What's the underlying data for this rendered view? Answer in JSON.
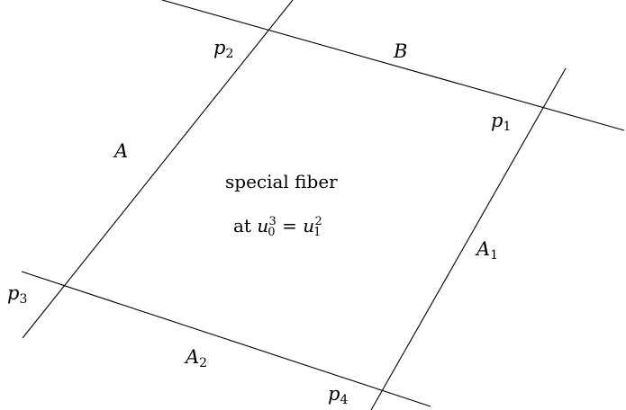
{
  "lines": {
    "A": {
      "name": "A"
    },
    "B": {
      "name": "B"
    },
    "A1": {
      "name": "A",
      "sub": "1"
    },
    "A2": {
      "name": "A",
      "sub": "2"
    }
  },
  "points": {
    "p1": {
      "name": "p",
      "sub": "1"
    },
    "p2": {
      "name": "p",
      "sub": "2"
    },
    "p3": {
      "name": "p",
      "sub": "3"
    },
    "p4": {
      "name": "p",
      "sub": "4"
    }
  },
  "center_label": {
    "line1": "special fiber",
    "line2_prefix": "at",
    "eq_var1": "u",
    "eq_sub1": "0",
    "eq_sup1": "3",
    "eq_op": "=",
    "eq_var2": "u",
    "eq_sub2": "1",
    "eq_sup2": "2"
  },
  "colors": {
    "stroke": "#000000",
    "text": "#000000",
    "background": "#ffffff"
  }
}
